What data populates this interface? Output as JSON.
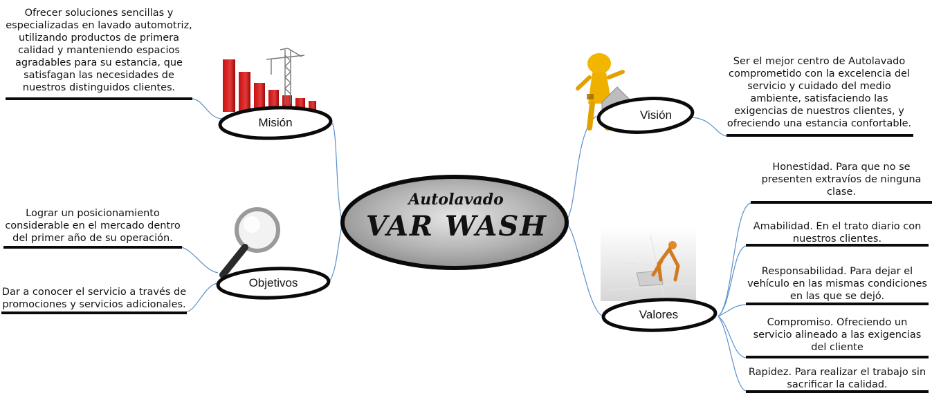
{
  "center": {
    "subtitle": "Autolavado",
    "title": "VAR WASH"
  },
  "mision": {
    "label": "Misión",
    "text": "Ofrecer soluciones sencillas y\nespecializadas en lavado automotriz,\nutilizando productos de primera\ncalidad y manteniendo espacios\nagradables para su estancia, que\nsatisfagan las necesidades de\nnuestros distinguidos clientes."
  },
  "vision": {
    "label": "Visión",
    "text": "Ser el mejor centro de Autolavado\ncomprometido con la excelencia del\nservicio y cuidado del medio\nambiente, satisfaciendo las\nexigencias de nuestros clientes, y\nofreciendo una estancia confortable."
  },
  "objetivos": {
    "label": "Objetivos",
    "items": [
      "Lograr un posicionamiento\nconsiderable en el mercado dentro\ndel primer año de su operación.",
      "Dar a conocer el servicio a través de\npromociones y servicios adicionales."
    ]
  },
  "valores": {
    "label": "Valores",
    "items": [
      "Honestidad. Para que no se\npresenten extravíos de ninguna\nclase.",
      "Amabilidad. En el trato diario con\nnuestros clientes.",
      "Responsabilidad. Para dejar el\nvehículo en las mismas condiciones\nen las que se dejó.",
      "Compromiso.  Ofreciendo un\nservicio alineado a las exigencias\ndel cliente",
      "Rapidez. Para realizar el trabajo sin\nsacrificar la calidad."
    ]
  },
  "colors": {
    "connector": "#5b8fc9",
    "center_fill": "#a8a8a8",
    "bar": "#0a0a0a"
  },
  "icons": [
    "bar-chart-crane-icon",
    "figure-house-icon",
    "magnifier-icon",
    "puzzle-figure-icon"
  ]
}
